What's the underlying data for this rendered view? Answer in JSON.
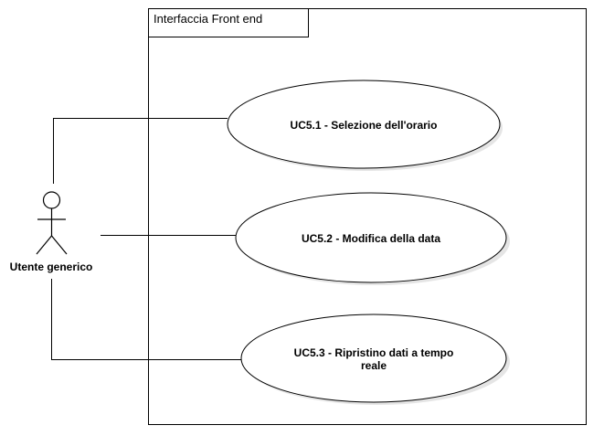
{
  "system_boundary": {
    "title": "Interfaccia Front end"
  },
  "actor": {
    "label": "Utente generico"
  },
  "use_cases": [
    {
      "label_line1": "UC5.1 - Selezione dell'orario",
      "label_line2": ""
    },
    {
      "label_line1": "UC5.2 - Modifica della data",
      "label_line2": ""
    },
    {
      "label_line1": "UC5.3 - Ripristino dati a tempo",
      "label_line2": "reale"
    }
  ],
  "colors": {
    "stroke": "#000000",
    "fill": "#ffffff",
    "shadow": "#d4d4d4"
  }
}
